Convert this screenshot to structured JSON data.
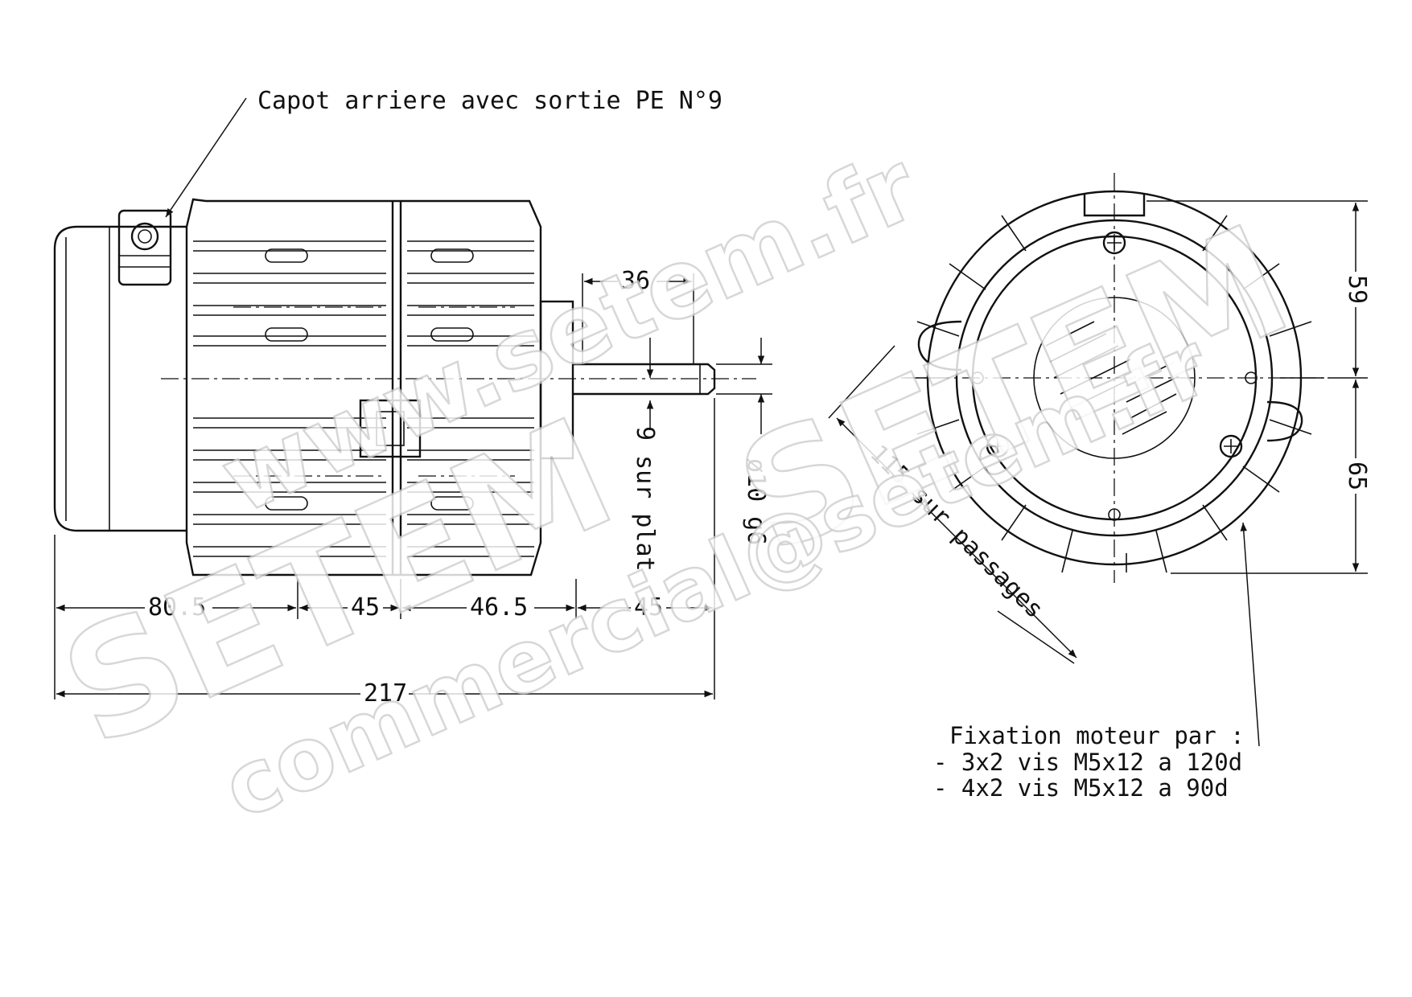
{
  "labels": {
    "rear_cover": "Capot arriere avec sortie PE N°9",
    "flat": "9 sur plat",
    "shaft_diameter": "ø10 g6",
    "bore_circle": "115 sur passages",
    "fixing_title": "Fixation moteur par :",
    "fixing_line1": "- 3x2 vis M5x12 a 120d",
    "fixing_line2": "- 4x2 vis M5x12 a 90d"
  },
  "dimensions": {
    "shaft_length": "36",
    "d1": "80.5",
    "d2": "45",
    "d3": "46.5",
    "d4": "45",
    "total": "217",
    "upper_height": "59",
    "lower_height": "65"
  },
  "watermark": {
    "url": "www.setem.fr",
    "brand": "SETEM",
    "brand2": "SETEM",
    "email": "commercial@setem.fr"
  }
}
